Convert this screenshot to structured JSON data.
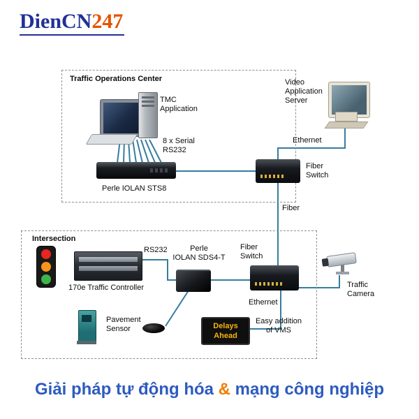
{
  "logo": {
    "name": "DienCN",
    "number": "247"
  },
  "diagram": {
    "operations_center": {
      "title": "Traffic Operations Center",
      "tmc_application": "TMC\nApplication",
      "serial": "8 x Serial\nRS232",
      "iolan_sts8": "Perle IOLAN STS8"
    },
    "video_server": "Video\nApplication\nServer",
    "ethernet_top": "Ethernet",
    "fiber_switch_top": "Fiber\nSwitch",
    "fiber": "Fiber",
    "intersection": {
      "title": "Intersection",
      "rs232": "RS232",
      "iolan_sds4": "Perle\nIOLAN SDS4-T",
      "fiber_switch": "Fiber\nSwitch",
      "controller": "170e Traffic Controller",
      "pavement_sensor": "Pavement\nSensor",
      "vms_sign": "Delays\nAhead",
      "ethernet": "Ethernet",
      "vms_note": "Easy addition\nof VMS",
      "camera": "Traffic\nCamera"
    }
  },
  "slogan": {
    "part1": "Giải pháp tự động hóa ",
    "amp": "&",
    "part2": " mạng công nghiệp"
  },
  "colors": {
    "connection_line": "#367d9e",
    "logo_blue": "#223097",
    "logo_orange": "#e55300",
    "slogan_blue": "#2d5bbf",
    "slogan_orange": "#f07c00",
    "vms_text": "#f6b40b",
    "traffic_red": "#e8251f",
    "traffic_amber": "#f7941d",
    "traffic_green": "#3db54a"
  }
}
